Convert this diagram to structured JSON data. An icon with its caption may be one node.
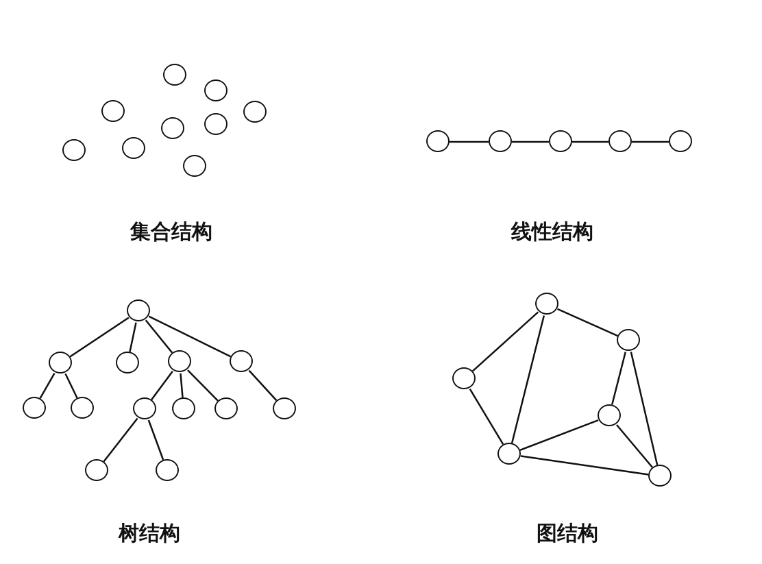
{
  "diagram": {
    "nodes": [
      {
        "text": [],
        "shape": "circle"
      },
      {
        "text": [],
        "shape": "circle"
      },
      {
        "text": [],
        "shape": "circle"
      },
      {
        "text": [],
        "shape": "circle"
      },
      {
        "text": [],
        "shape": "circle"
      },
      {
        "text": [],
        "shape": "circle"
      },
      {
        "text": [],
        "shape": "circle"
      },
      {
        "text": [],
        "shape": "circle"
      },
      {
        "text": [],
        "shape": "circle"
      },
      {
        "text": [],
        "shape": "circle"
      },
      {
        "text": [],
        "shape": "circle"
      },
      {
        "text": [],
        "shape": "circle"
      },
      {
        "text": [],
        "shape": "circle"
      },
      {
        "text": [],
        "shape": "circle"
      },
      {
        "text": [],
        "shape": "circle"
      },
      {
        "text": [],
        "shape": "circle"
      },
      {
        "text": [],
        "shape": "circle"
      },
      {
        "text": [],
        "shape": "circle"
      },
      {
        "text": [],
        "shape": "circle"
      },
      {
        "text": [],
        "shape": "circle"
      },
      {
        "text": [],
        "shape": "circle"
      },
      {
        "text": [],
        "shape": "circle"
      },
      {
        "text": [],
        "shape": "circle"
      },
      {
        "text": [],
        "shape": "circle"
      },
      {
        "text": [],
        "shape": "circle"
      },
      {
        "text": [],
        "shape": "circle"
      },
      {
        "text": [],
        "shape": "circle"
      },
      {
        "text": [],
        "shape": "circle"
      },
      {
        "text": [],
        "shape": "circle"
      },
      {
        "text": [],
        "shape": "circle"
      },
      {
        "text": [],
        "shape": "circle"
      },
      {
        "text": [],
        "shape": "circle"
      },
      {
        "text": [],
        "shape": "circle"
      }
    ],
    "edges": [
      {
        "from": 9,
        "to": 10,
        "arrow": "none"
      },
      {
        "from": 10,
        "to": 11,
        "arrow": "none"
      },
      {
        "from": 11,
        "to": 12,
        "arrow": "none"
      },
      {
        "from": 12,
        "to": 13,
        "arrow": "none"
      },
      {
        "from": 14,
        "to": 15,
        "arrow": "none"
      },
      {
        "from": 14,
        "to": 16,
        "arrow": "none"
      },
      {
        "from": 14,
        "to": 17,
        "arrow": "none"
      },
      {
        "from": 14,
        "to": 18,
        "arrow": "none"
      },
      {
        "from": 15,
        "to": 19,
        "arrow": "none"
      },
      {
        "from": 15,
        "to": 20,
        "arrow": "none"
      },
      {
        "from": 17,
        "to": 21,
        "arrow": "none"
      },
      {
        "from": 17,
        "to": 22,
        "arrow": "none"
      },
      {
        "from": 17,
        "to": 23,
        "arrow": "none"
      },
      {
        "from": 18,
        "to": 24,
        "arrow": "none"
      },
      {
        "from": 21,
        "to": 25,
        "arrow": "none"
      },
      {
        "from": 21,
        "to": 26,
        "arrow": "none"
      },
      {
        "from": 27,
        "to": 28,
        "arrow": "none"
      },
      {
        "from": 27,
        "to": 29,
        "arrow": "none"
      },
      {
        "from": 27,
        "to": 31,
        "arrow": "none"
      },
      {
        "from": 28,
        "to": 30,
        "arrow": "none"
      },
      {
        "from": 28,
        "to": 32,
        "arrow": "none"
      },
      {
        "from": 29,
        "to": 31,
        "arrow": "none"
      },
      {
        "from": 30,
        "to": 31,
        "arrow": "none"
      },
      {
        "from": 30,
        "to": 32,
        "arrow": "none"
      },
      {
        "from": 31,
        "to": 32,
        "arrow": "none"
      }
    ],
    "labels": [
      "集合结构",
      "线性结构",
      "树结构",
      "图结构"
    ]
  }
}
